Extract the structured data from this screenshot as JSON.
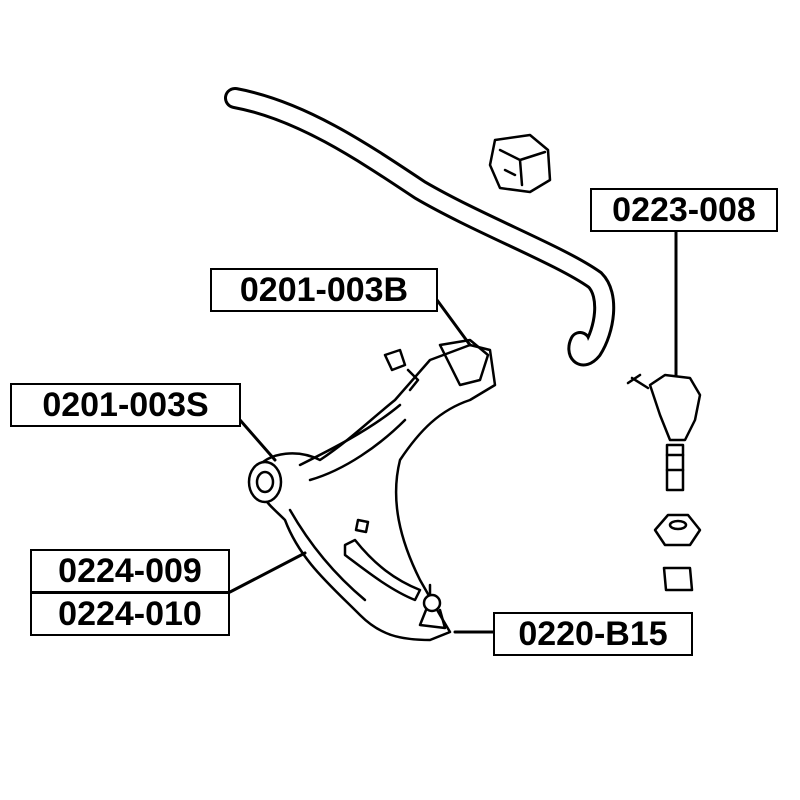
{
  "labels": {
    "link": "0223-008",
    "bushing_rear": "0201-003B",
    "bushing_front": "0201-003S",
    "arm_left": "0224-009",
    "arm_right": "0224-010",
    "ball_joint": "0220-B15"
  },
  "colors": {
    "line": "#000000",
    "background": "#ffffff"
  }
}
